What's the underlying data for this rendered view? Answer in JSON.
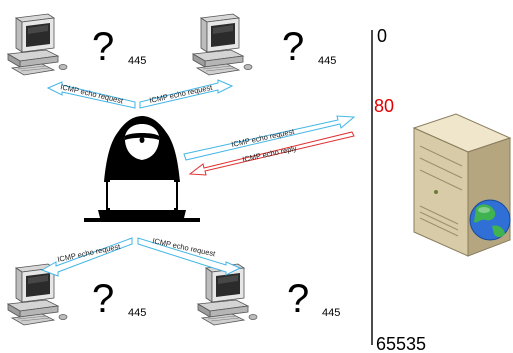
{
  "computers": [
    {
      "label": "?",
      "port": "445"
    },
    {
      "label": "?",
      "port": "445"
    },
    {
      "label": "?",
      "port": "445"
    },
    {
      "label": "?",
      "port": "445"
    }
  ],
  "messages": {
    "top_left": "ICMP echo request",
    "top_right": "ICMP echo request",
    "to_server": "ICMP echo request",
    "from_server": "ICMP echo reply",
    "bottom_left": "ICMP echo request",
    "bottom_right": "ICMP echo request"
  },
  "port_scale": {
    "min": "0",
    "highlighted": "80",
    "max": "65535",
    "highlight_color": "#e00000",
    "text_color": "#000000"
  },
  "colors": {
    "request_arrow": "#41b6e6",
    "reply_arrow": "#e03030"
  }
}
